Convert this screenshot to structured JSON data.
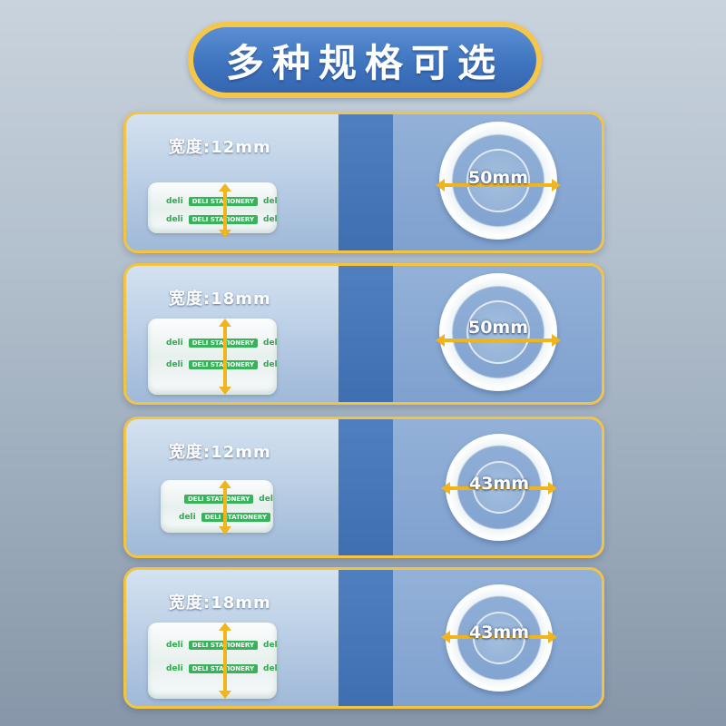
{
  "title": "多种规格可选",
  "brand": "deli",
  "tape_print": "DELI STATIONERY",
  "colors": {
    "frame": "#f3c443",
    "arrow": "#f0b41c",
    "title_bg": "#3f74bf",
    "print_green": "#2faa4f"
  },
  "specs": [
    {
      "width_label": "宽度:12mm",
      "diameter_label": "50mm"
    },
    {
      "width_label": "宽度:18mm",
      "diameter_label": "50mm"
    },
    {
      "width_label": "宽度:12mm",
      "diameter_label": "43mm"
    },
    {
      "width_label": "宽度:18mm",
      "diameter_label": "43mm"
    }
  ]
}
